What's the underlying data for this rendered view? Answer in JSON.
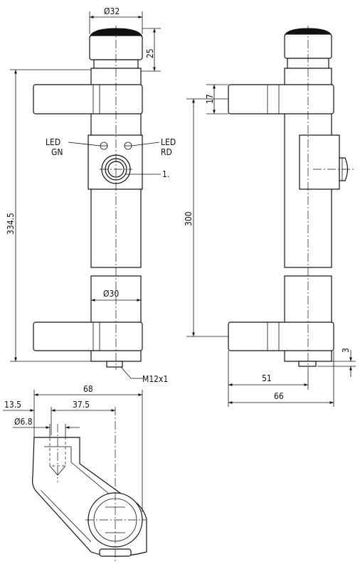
{
  "drawing": {
    "dims": {
      "dia_top": "Ø32",
      "cap_height": "25",
      "overall_height": "334.5",
      "dia_tube": "Ø30",
      "thread": "M12x1",
      "clamp_thickness": "17",
      "rod_length": "300",
      "offset_small": "3",
      "dist_51": "51",
      "width_66": "66",
      "width_68": "68",
      "offset_13_5": "13.5",
      "dist_37_5": "37.5",
      "hole_dia": "Ø6.8"
    },
    "labels": {
      "led_gn_1": "LED",
      "led_gn_2": "GN",
      "led_rd_1": "LED",
      "led_rd_2": "RD",
      "item_1": "1."
    }
  }
}
